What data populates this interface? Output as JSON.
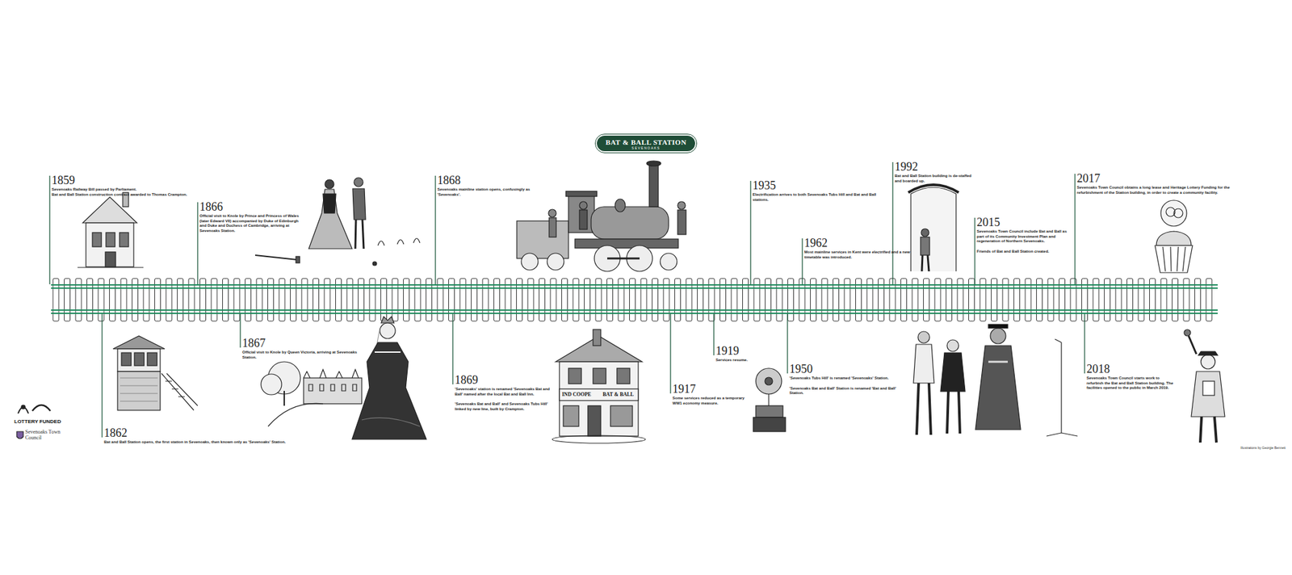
{
  "diagram": {
    "nodes": [
      {
        "text": [
          "BAT & BALL STATION",
          "SEVENOAKS"
        ]
      }
    ],
    "labels": [
      "1859",
      "Sevenoaks Railway Bill passed by Parliament.",
      "Bat and Ball Station construction contract awarded to Thomas Crampton.",
      "1866",
      "Official visit to Knole by Prince and Princess of Wales (later Edward VII) accompanied by Duke of Edinburgh and Duke and Duchess of Cambridge, arriving at Sevenoaks Station.",
      "1868",
      "Sevenoaks mainline station opens, confusingly as 'Sevenoaks'.",
      "1935",
      "Electrification arrives to both Sevenoaks Tubs Hill and Bat and Ball stations.",
      "1962",
      "Most mainline services in Kent were electrified and a new timetable was introduced.",
      "1992",
      "Bat and Ball Station building is de-staffed and boarded up.",
      "2015",
      "Sevenoaks Town Council include Bat and Ball as part of its Community Investment Plan and regeneration of Northern Sevenoaks.",
      "Friends of Bat and Ball Station created.",
      "2017",
      "Sevenoaks Town Council obtains a long lease and Heritage Lottery Funding for the refurbishment of the Station building, in order to create a community facility.",
      "1862",
      "Bat and Ball Station opens, the first station in Sevenoaks, then known only as 'Sevenoaks' Station.",
      "1867",
      "Official visit to Knole by Queen Victoria, arriving at Sevenoaks Station.",
      "1869",
      "'Sevenoaks' station is renamed 'Sevenoaks Bat and Ball' named after the local Bat and Ball Inn.",
      "'Sevenoaks Bat and Ball' and Sevenoaks Tubs Hill' linked by new line, built by Crampton.",
      "1917",
      "Some services reduced as a temporary WW1 economy measure.",
      "1919",
      "Services resume.",
      "1950",
      "'Sevenoaks Tubs Hill' is renamed 'Sevenoaks' Station.",
      "'Sevenoaks Bat and Ball' Station is renamed 'Bat and Ball' Station.",
      "2018",
      "Sevenoaks Town Council starts work to refurbish the Bat and Ball Station building. The facilities opened to the public in March 2019.",
      "IND COOPE",
      "BAT & BALL",
      "LOTTERY FUNDED",
      "Sevenoaks Town Council",
      "Illustrations by Georgie Bennett"
    ]
  }
}
